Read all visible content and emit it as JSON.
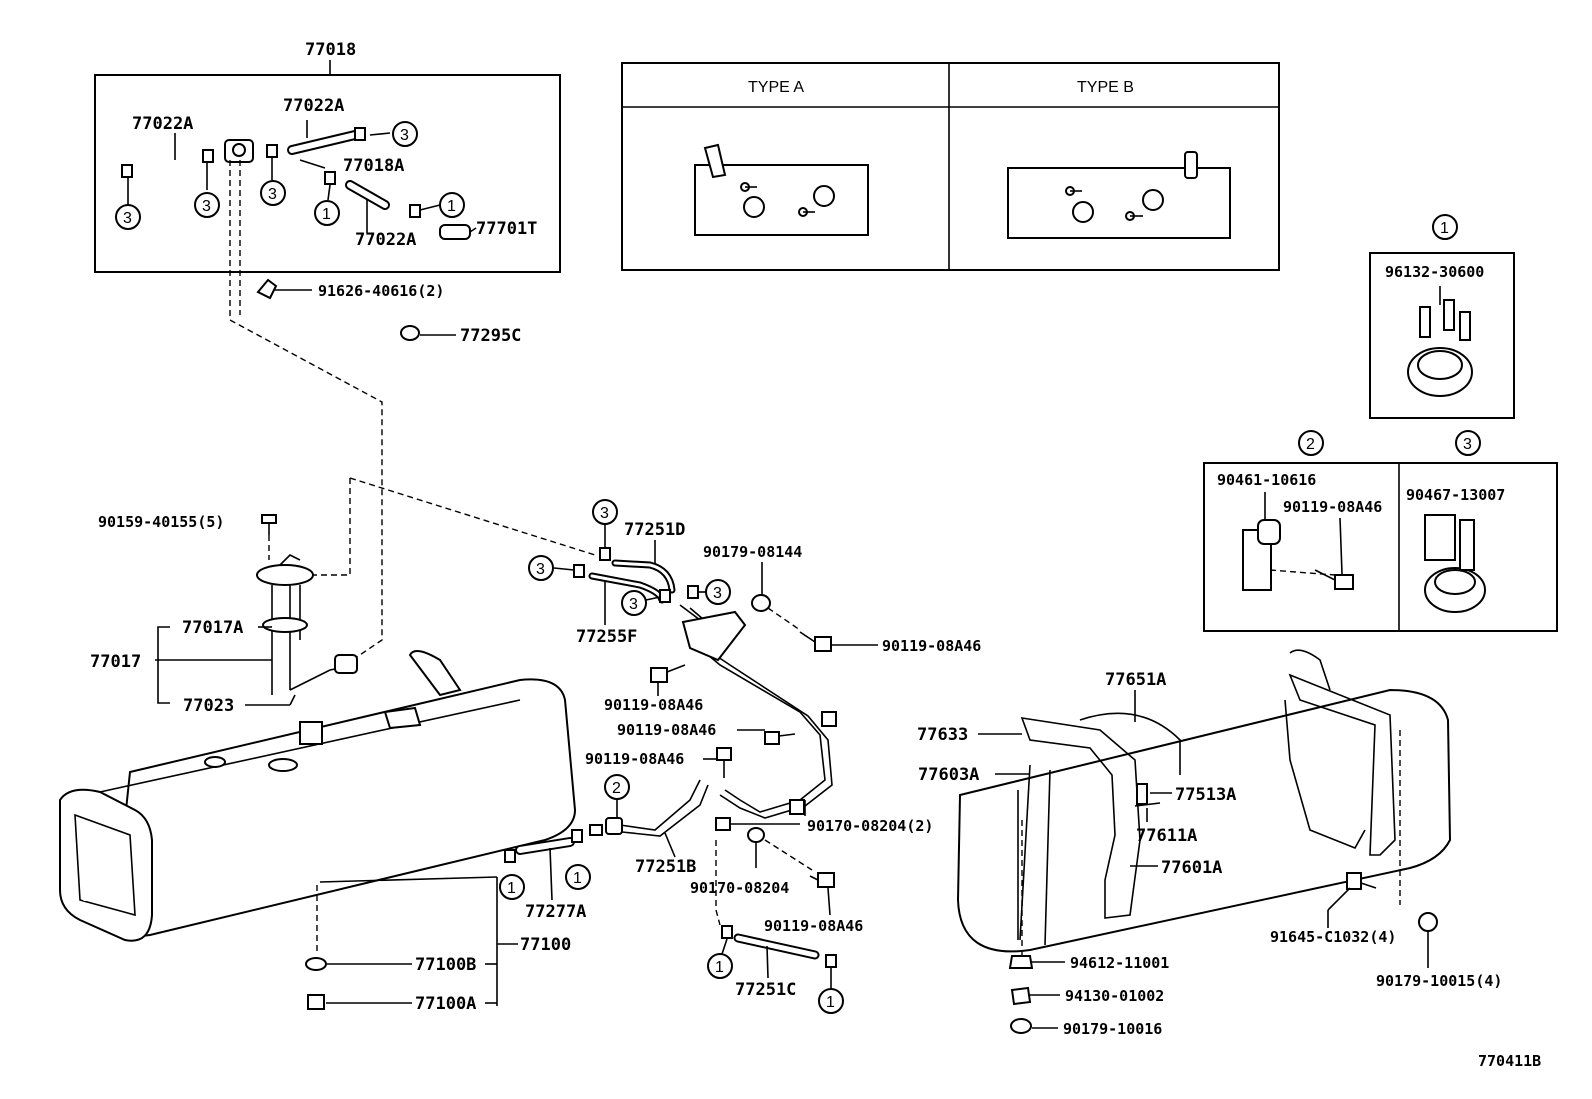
{
  "diagram_code": "770411B",
  "type_table": {
    "type_a": "TYPE A",
    "type_b": "TYPE B"
  },
  "callouts": {
    "one": "1",
    "two": "2",
    "three": "3"
  },
  "labels": {
    "p77018": "77018",
    "p77022a_1": "77022A",
    "p77022a_2": "77022A",
    "p77022a_3": "77022A",
    "p77018a": "77018A",
    "p77701t": "77701T",
    "p91626": "91626-40616(2)",
    "p77295c": "77295C",
    "p90159": "90159-40155(5)",
    "p77017a": "77017A",
    "p77017": "77017",
    "p77023": "77023",
    "p77251d": "77251D",
    "p77255f": "77255F",
    "p90179_08144": "90179-08144",
    "p90119_a": "90119-08A46",
    "p90119_b": "90119-08A46",
    "p90119_c": "90119-08A46",
    "p90119_d": "90119-08A46",
    "p90119_e": "90119-08A46",
    "p90170_08204_2": "90170-08204(2)",
    "p90170_08204": "90170-08204",
    "p77251b": "77251B",
    "p77251c": "77251C",
    "p77277a": "77277A",
    "p77100": "77100",
    "p77100b": "77100B",
    "p77100a": "77100A",
    "p77651a": "77651A",
    "p77633": "77633",
    "p77603a": "77603A",
    "p77513a": "77513A",
    "p77611a": "77611A",
    "p77601a": "77601A",
    "p94612": "94612-11001",
    "p94130": "94130-01002",
    "p90179_10016": "90179-10016",
    "p91645": "91645-C1032(4)",
    "p90179_10015": "90179-10015(4)",
    "p96132": "96132-30600",
    "p90461": "90461-10616",
    "p90119_box": "90119-08A46",
    "p90467": "90467-13007"
  }
}
